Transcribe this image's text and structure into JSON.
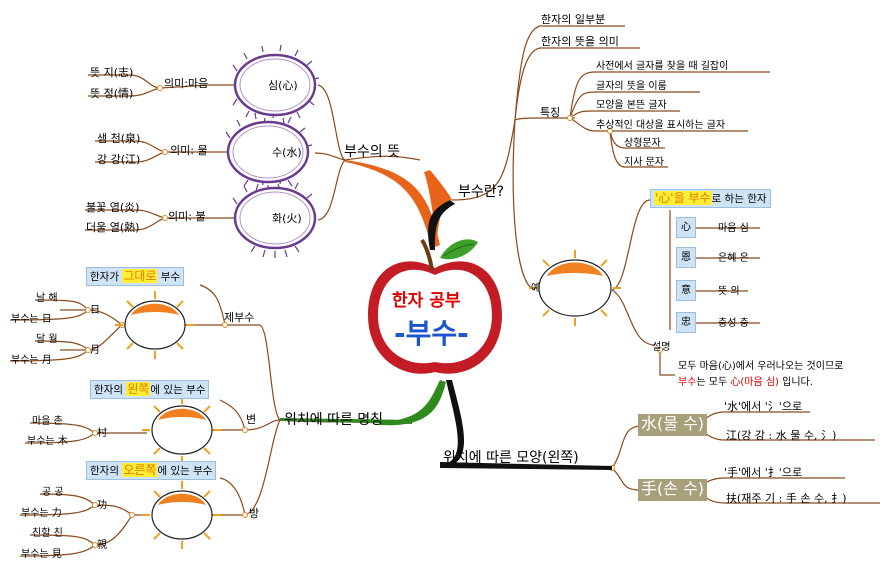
{
  "center": {
    "title": "한자 공부",
    "subtitle": "-부수-"
  },
  "meaning": {
    "label": "부수의 뜻",
    "items": [
      {
        "name": "심(心)",
        "meaning": "의미:마음",
        "ex1": "뜻 지(志)",
        "ex2": "뜻 정(情)"
      },
      {
        "name": "수(水)",
        "meaning": "의미: 물",
        "ex1": "샘 천(泉)",
        "ex2": "강 강(江)"
      },
      {
        "name": "화(火)",
        "meaning": "의미: 불",
        "ex1": "불꽃 염(炎)",
        "ex2": "더울 열(熱)"
      }
    ]
  },
  "whatis": {
    "label": "부수란?",
    "def1": "한자의 일부분",
    "def2": "한자의 뜻을 의미",
    "feature_label": "특징",
    "features": [
      "사전에서 글자를 찾을 때 길잡이",
      "글자의 뜻을 이룸",
      "모양을 본뜬 글자",
      "추상적인 대상을 표시하는 글자"
    ],
    "sub": [
      "상형문자",
      "지사 문자"
    ],
    "example_label": "예",
    "box_pre": "'心'을 부수",
    "box_post": "로 하는 한자",
    "chars": [
      {
        "c": "心",
        "r": "마음 심"
      },
      {
        "c": "恩",
        "r": "은혜 은"
      },
      {
        "c": "意",
        "r": "뜻 의"
      },
      {
        "c": "忠",
        "r": "충성 충"
      }
    ],
    "explain_label": "설명",
    "explain1": "모두 마음(心)에서 우러나오는 것이므로",
    "explain2_a": "부수",
    "explain2_b": "는 모두 ",
    "explain2_c": "心(마음 심)",
    "explain2_d": " 입니다."
  },
  "naming": {
    "label": "위치에 따른 명칭",
    "je": {
      "label": "제부수",
      "box_pre": "한자가 ",
      "box_hl": "그대로",
      "box_post": " 부수",
      "c1": "日",
      "c1a": "날 해",
      "c1b": "부수는 日",
      "c2": "月",
      "c2a": "달 월",
      "c2b": "부수는 月"
    },
    "byeon": {
      "label": "변",
      "box_pre": "한자의 ",
      "box_hl": "왼쪽",
      "box_post": "에 있는 부수",
      "c1": "村",
      "c1a": "마을 촌",
      "c1b": "부수는 木"
    },
    "bang": {
      "label": "방",
      "box_pre": "한자의 ",
      "box_hl": "오른쪽",
      "box_post": "에 있는 부수",
      "c1": "功",
      "c1a": "공 공",
      "c1b": "부수는 力",
      "c2": "親",
      "c2a": "친할 친",
      "c2b": "부수는 見"
    }
  },
  "shape": {
    "label": "위치에 따른 모양(왼쪽)",
    "water": {
      "tag_c": "水",
      "tag_r": "(물 수)",
      "l1": "'水'에서 '氵'으로",
      "l2": "江(강 강 : 水 물 수, 氵)"
    },
    "hand": {
      "tag_c": "手",
      "tag_r": "(손 수)",
      "l1": "'手'에서 '扌'으로",
      "l2": "扶(재주 기 : 手 손 수, 扌)"
    }
  },
  "colors": {
    "trunk_orange": "#e8641a",
    "trunk_green": "#2f8a1e",
    "trunk_black": "#111111",
    "apple": "#c41c24",
    "branch": "#8a4a1c"
  }
}
